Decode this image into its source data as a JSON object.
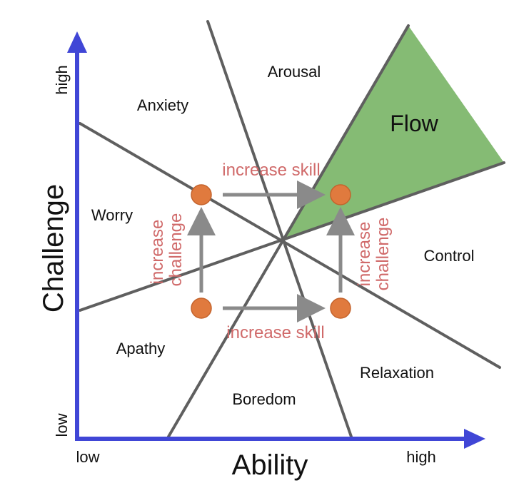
{
  "axes": {
    "x_title": "Ability",
    "y_title": "Challenge",
    "x_low": "low",
    "x_high": "high",
    "y_low": "low",
    "y_high": "high",
    "color": "#4046d6"
  },
  "regions": {
    "arousal": "Arousal",
    "anxiety": "Anxiety",
    "flow": "Flow",
    "worry": "Worry",
    "control": "Control",
    "apathy": "Apathy",
    "relaxation": "Relaxation",
    "boredom": "Boredom"
  },
  "actions": {
    "increase_skill_top": "increase skill",
    "increase_skill_bottom": "increase skill",
    "increase_challenge_left_1": "increase",
    "increase_challenge_left_2": "challenge",
    "increase_challenge_right_1": "increase",
    "increase_challenge_right_2": "challenge"
  },
  "colors": {
    "flow_fill": "#85bb74",
    "divider_lines": "#5f5f5f",
    "node_fill": "#e07a3e",
    "arrow": "#8a8a8a",
    "action_text": "#d06a6a"
  }
}
